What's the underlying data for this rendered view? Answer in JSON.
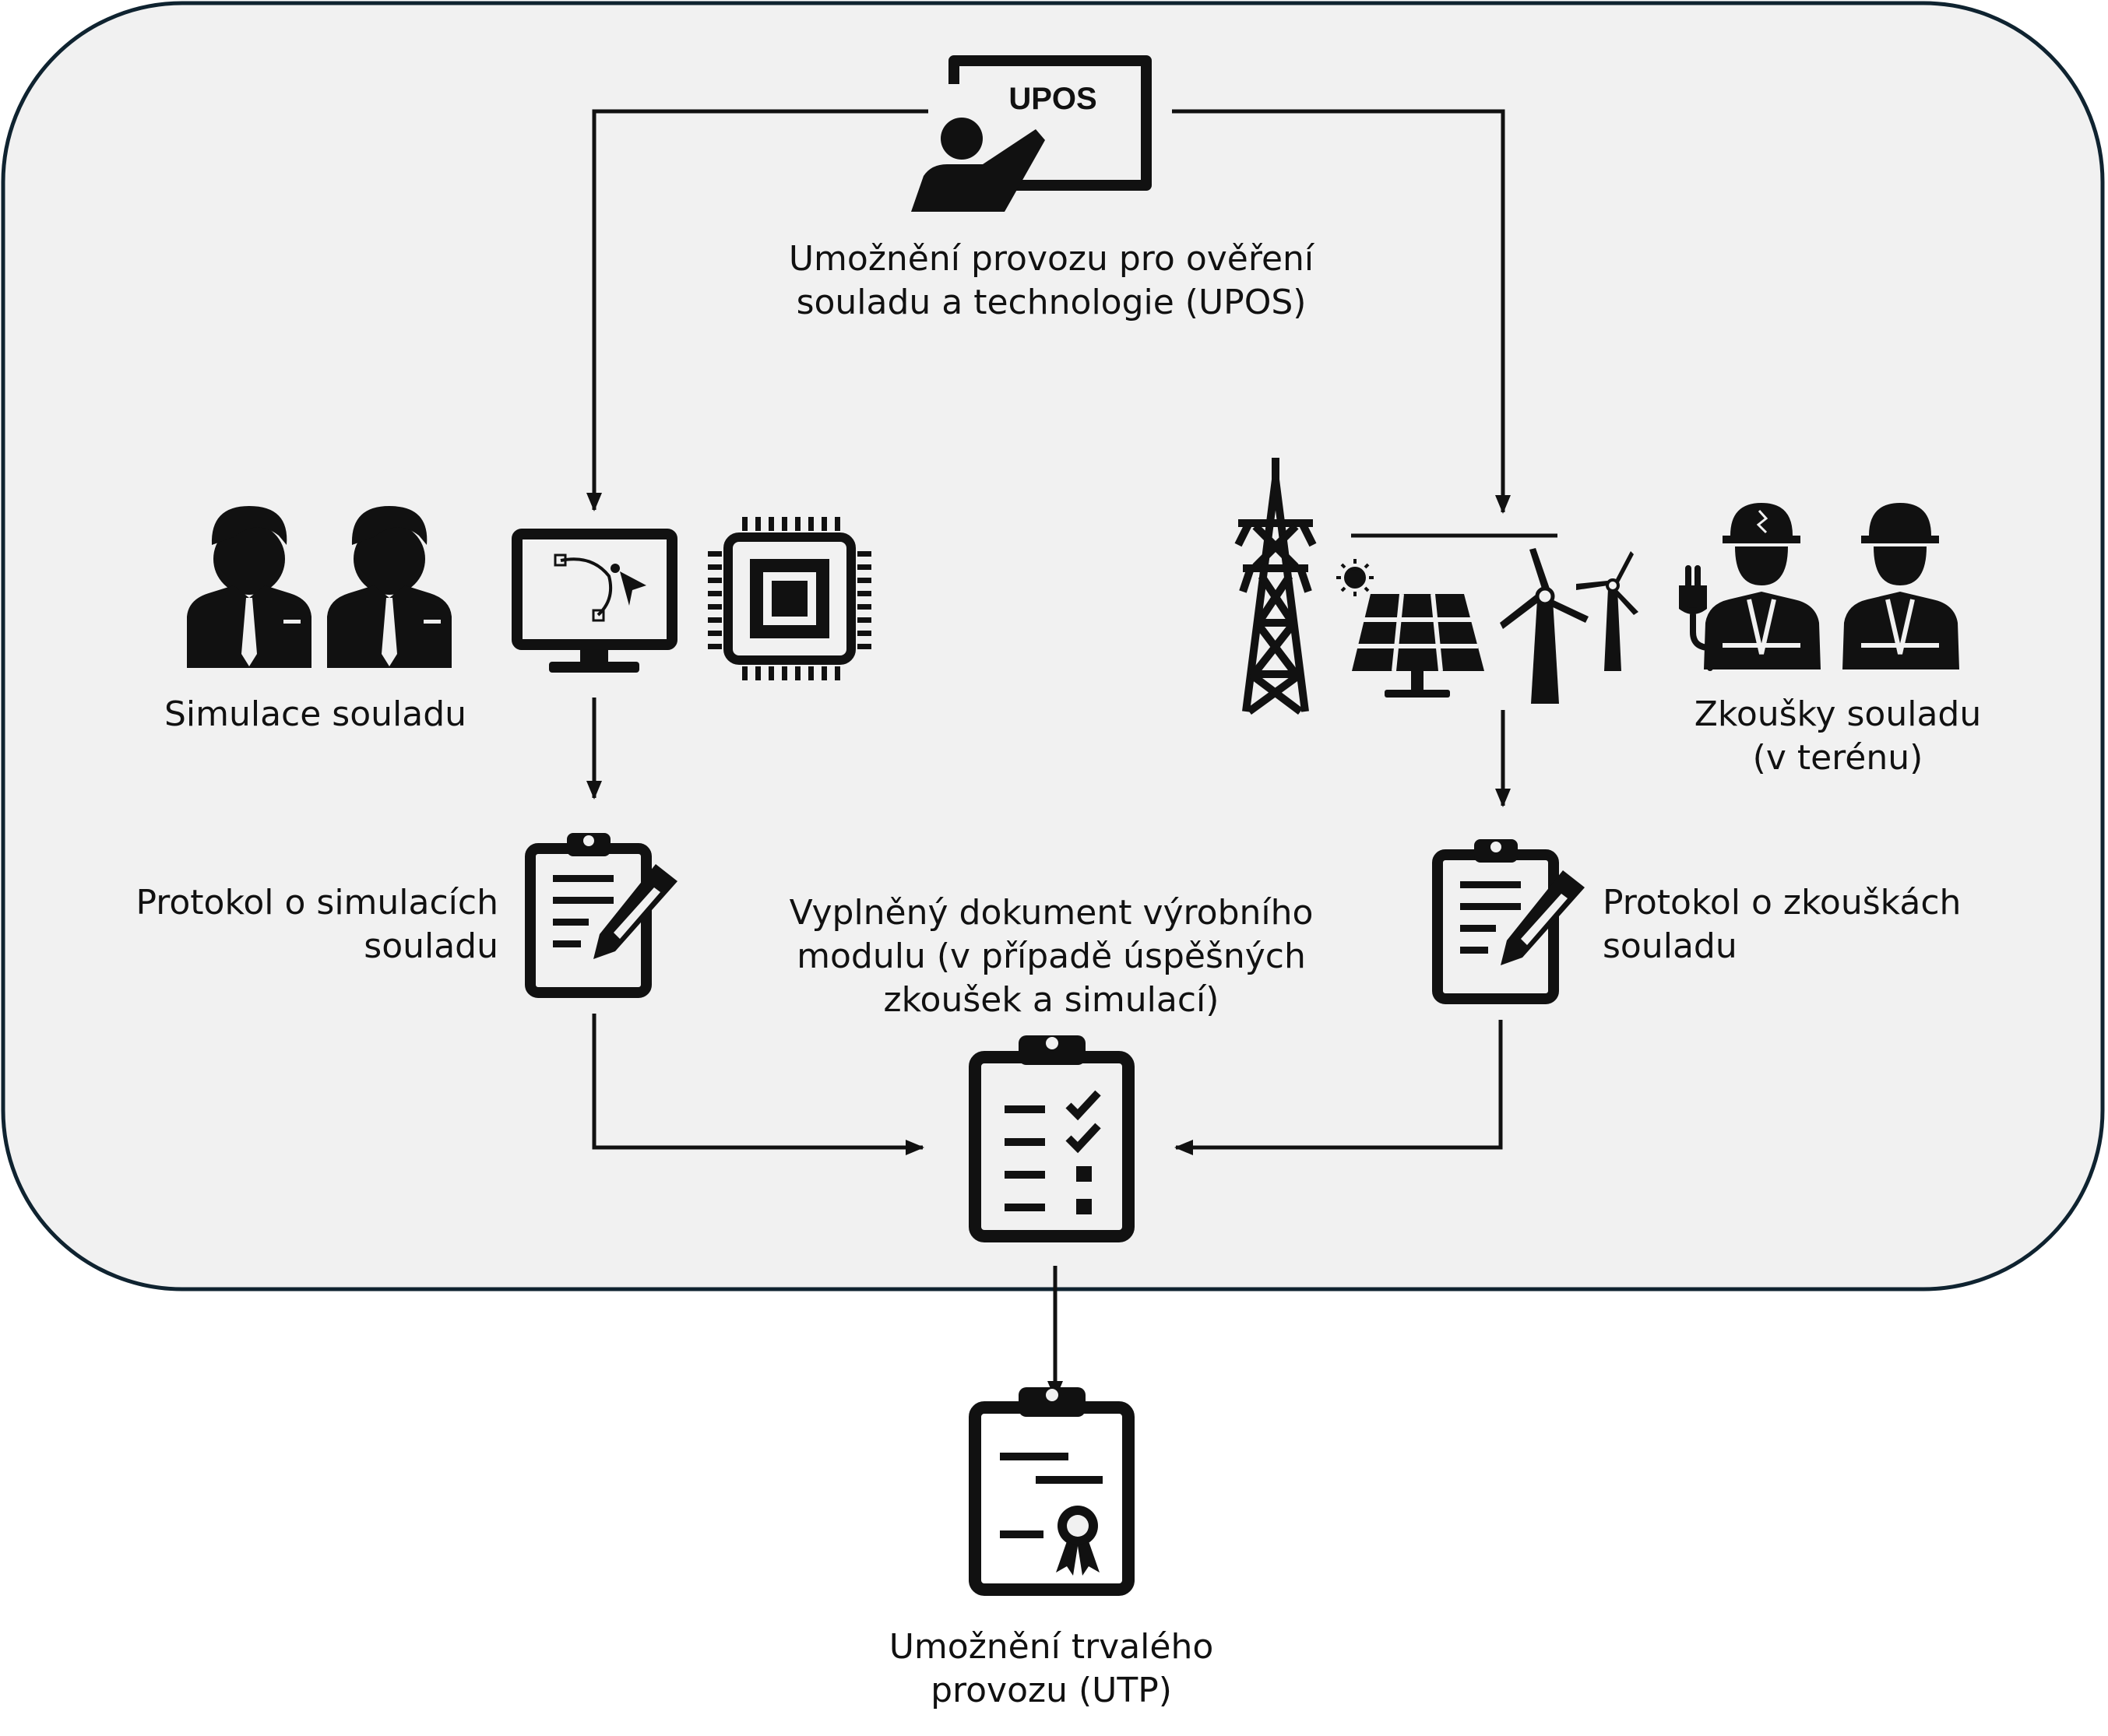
{
  "upos_board_text": "UPOS",
  "labels": {
    "upos_line1": "Umožnění provozu pro ověření",
    "upos_line2": "souladu a technologie (UPOS)",
    "simulation": "Simulace souladu",
    "tests_line1": "Zkoušky souladu",
    "tests_line2": "(v terénu)",
    "sim_protocol_line1": "Protokol o simulacích",
    "sim_protocol_line2": "souladu",
    "test_protocol_line1": "Protokol o zkouškách",
    "test_protocol_line2": "souladu",
    "module_doc_line1": "Vyplněný dokument výrobního",
    "module_doc_line2": "modulu (v případě úspěšných",
    "module_doc_line3": "zkoušek a simulací)",
    "utp_line1": "Umožnění trvalého",
    "utp_line2": "provozu (UTP)"
  },
  "colors": {
    "panel_fill": "#f1f1f1",
    "panel_border": "#0f2330",
    "ink": "#111111"
  }
}
